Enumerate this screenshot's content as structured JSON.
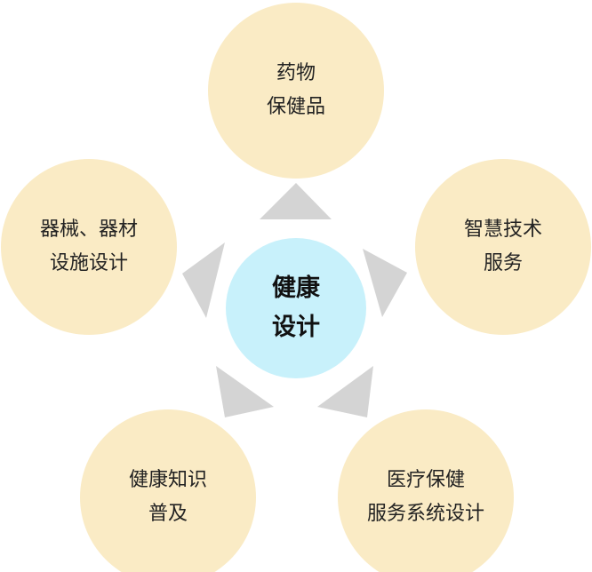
{
  "colors": {
    "outer_fill": "#faebc5",
    "center_fill": "#c8f1fb",
    "arrow_fill": "#d4d4d4"
  },
  "center": {
    "lines": [
      "健康",
      "设计"
    ]
  },
  "nodes": [
    {
      "lines": [
        "药物",
        "保健品"
      ]
    },
    {
      "lines": [
        "智慧技术",
        "服务"
      ]
    },
    {
      "lines": [
        "医疗保健",
        "服务系统设计"
      ]
    },
    {
      "lines": [
        "健康知识",
        "普及"
      ]
    },
    {
      "lines": [
        "器械、器材",
        "设施设计"
      ]
    }
  ]
}
